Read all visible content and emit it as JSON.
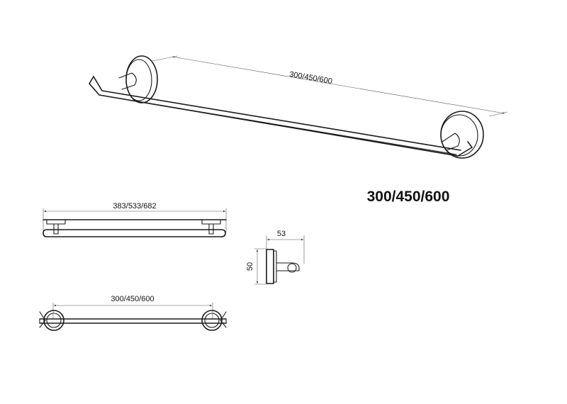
{
  "drawing": {
    "iso_dimension": "300/450/600",
    "size_label": "300/450/600",
    "front_view_overall_dimension": "383/533/682",
    "side_view_depth": "53",
    "side_view_height": "50",
    "top_view_dimension": "300/450/600"
  }
}
